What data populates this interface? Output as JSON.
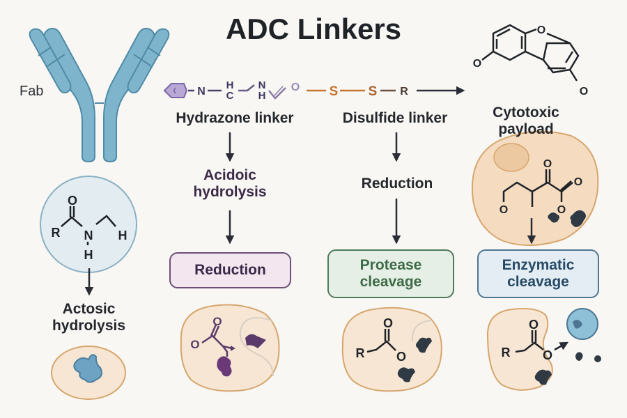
{
  "title": "ADC Linkers",
  "antibody": {
    "label": "Fab"
  },
  "linker_chain": {
    "atoms": {
      "n1": "N",
      "h_top": "H",
      "c": "C",
      "n2": "N",
      "h_bottom": "H",
      "o": "O",
      "s1": "S",
      "s2": "S",
      "r": "R"
    }
  },
  "payload": {
    "label_line1": "Cytotoxic",
    "label_line2": "payload",
    "atoms": {
      "o_left": "O",
      "o_right": "O",
      "o_ring": "O"
    }
  },
  "columns": {
    "amide": {
      "atoms": {
        "r": "R",
        "o": "O",
        "n": "N",
        "h_right": "H",
        "h_bottom": "H"
      },
      "step_line1": "Actosic",
      "step_line2": "hydrolysis"
    },
    "hydrazone": {
      "name": "Hydrazone linker",
      "step_line1": "Acidoic",
      "step_line2": "hydrolysis",
      "box_label": "Reduction",
      "atoms": {
        "o_top": "O",
        "o_left": "O"
      }
    },
    "disulfide": {
      "name": "Disulfide linker",
      "step": "Reduction",
      "box_line1": "Protease",
      "box_line2": "cleavage",
      "atoms": {
        "r": "R",
        "o_top": "O",
        "o_right": "O"
      }
    },
    "enzymatic": {
      "box_line1": "Enzymatic",
      "box_line2": "cleavage",
      "cell_atoms": {
        "o_top": "O",
        "o_right": "O",
        "o_left": "O",
        "o_bottom": "O"
      },
      "bottom_atoms": {
        "r": "R",
        "o_top": "O",
        "o_right": "O"
      }
    }
  },
  "colors": {
    "antibody": "#7fb5cc",
    "antibody_stroke": "#4f8aa6",
    "hydrazone": "#5a4a7a",
    "purple_box_fill": "#f3e6ef",
    "purple_box_stroke": "#6b4f78",
    "green_box_fill": "#e6efe6",
    "green_box_stroke": "#4f7a5a",
    "blue_box_fill": "#e4edf3",
    "blue_box_stroke": "#4e7693",
    "disulfide": "#c8742e",
    "cell_fill": "#f7e6d3",
    "cell_stroke": "#d7a66e",
    "dark": "#24272c"
  }
}
